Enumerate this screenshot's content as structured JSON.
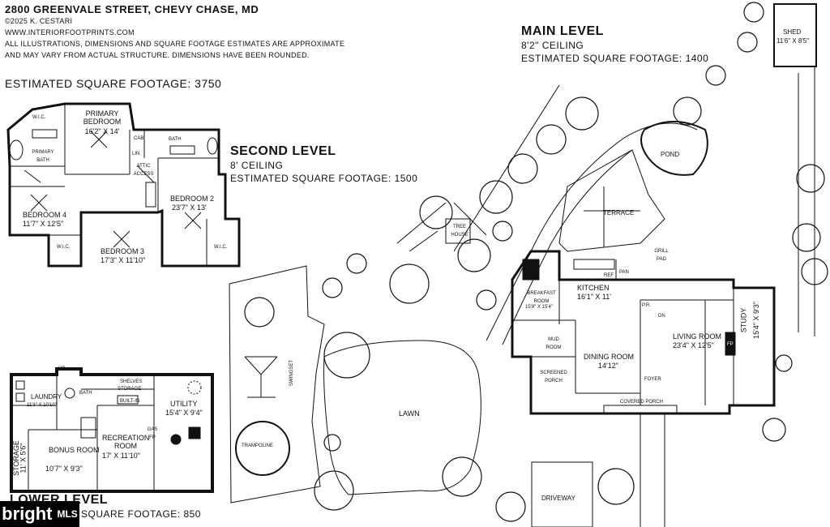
{
  "header": {
    "address": "2800 GREENVALE STREET, CHEVY CHASE, MD",
    "copyright": "©2025 K. CESTARI",
    "website": "WWW.INTERIORFOOTPRINTS.COM",
    "disclaimer1": "ALL ILLUSTRATIONS, DIMENSIONS AND SQUARE FOOTAGE ESTIMATES ARE APPROXIMATE",
    "disclaimer2": "AND MAY VARY FROM ACTUAL STRUCTURE. DIMENSIONS HAVE BEEN ROUNDED.",
    "total_sqft": "ESTIMATED SQUARE FOOTAGE: 3750"
  },
  "second_level": {
    "title": "SECOND LEVEL",
    "ceiling": "8' CEILING",
    "sqft": "ESTIMATED SQUARE FOOTAGE: 1500",
    "rooms": {
      "primary_bedroom": "PRIMARY BEDROOM",
      "primary_bedroom_dim": "16'2\" X 14'",
      "wic1": "W.I.C.",
      "primary_bath": "PRIMARY BATH",
      "cab": "CAB",
      "lin": "LIN",
      "bath": "BATH",
      "attic": "ATTIC ACCESS",
      "bedroom2": "BEDROOM 2",
      "bedroom2_dim": "23'7\" X 13'",
      "bedroom4": "BEDROOM 4",
      "bedroom4_dim": "11'7\" X 12'5\"",
      "wic2": "W.I.C.",
      "bedroom3": "BEDROOM 3",
      "bedroom3_dim": "17'3\" X 11'10\"",
      "wic3": "W.I.C."
    }
  },
  "main_level": {
    "title": "MAIN LEVEL",
    "ceiling": "8'2\" CEILING",
    "sqft": "ESTIMATED SQUARE FOOTAGE: 1400",
    "rooms": {
      "shed": "SHED",
      "shed_dim": "11'6\" X 8'5\"",
      "pond": "POND",
      "terrace": "TERRACE",
      "tree_house": "TREE HOUSE",
      "grill_pad": "GRILL PAD",
      "pan": "PAN",
      "kitchen": "KITCHEN",
      "kitchen_dim": "16'1\" X 11'",
      "breakfast": "BREAKFAST ROOM",
      "breakfast_dim": "15'8\" X 15'4\"",
      "mud_room": "MUD ROOM",
      "dining_room": "DINING ROOM",
      "dining_dim": "14'12\"",
      "living_room": "LIVING ROOM",
      "living_dim": "23'4\" X 12'5\"",
      "study": "STUDY",
      "study_dim": "15'4\" X 9'3\"",
      "pr": "P.R.",
      "screened_porch": "SCREENED PORCH",
      "foyer": "FOYER",
      "covered_porch": "COVERED PORCH",
      "lawn": "LAWN",
      "swingset": "SWINGSET",
      "trampoline": "TRAMPOLINE",
      "driveway": "DRIVEWAY",
      "fp": "FP",
      "rf": "REF",
      "dn": "DN"
    }
  },
  "lower_level": {
    "title": "LOWER LEVEL",
    "sqft_partial": "SQUARE FOOTAGE: 850",
    "rooms": {
      "shelves": "SHELVES",
      "storage_top": "STORAGE",
      "built_in": "BUILT-IN",
      "laundry": "LAUNDRY",
      "laundry_dim": "11'3\" X 10'10\"",
      "bath": "BATH",
      "utility": "UTILITY",
      "utility_dim": "15'4\" X 9'4\"",
      "storage_side": "STORAGE",
      "storage_side_dim": "11' X 5'6\"",
      "bonus": "BONUS ROOM",
      "bonus_dim": "10'7\" X 9'3\"",
      "recreation": "RECREATION ROOM",
      "recreation_dim": "17' X 11'10\"",
      "gas": "GAS FP",
      "up": "UP"
    }
  },
  "watermark": {
    "brand": "bright",
    "suffix": "MLS"
  }
}
